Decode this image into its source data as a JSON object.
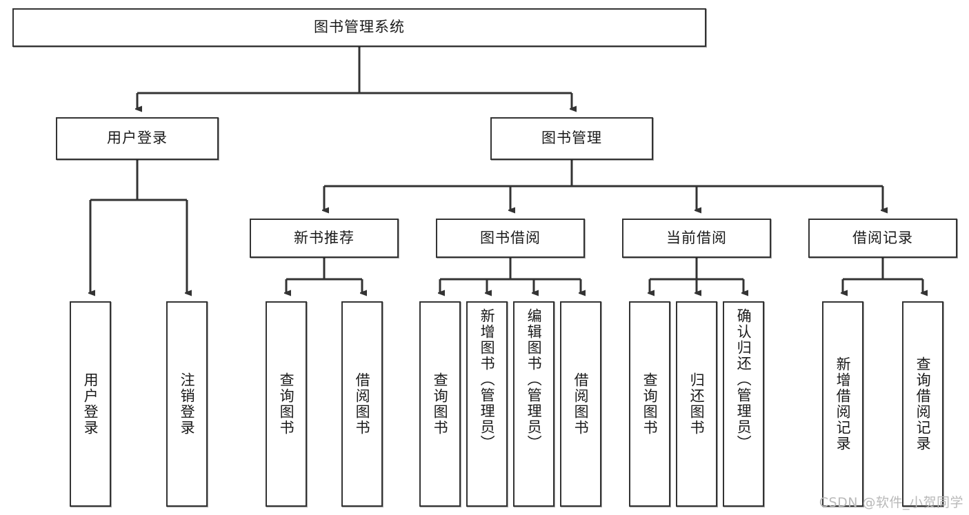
{
  "diagram": {
    "type": "tree-hierarchy",
    "title": "图书管理系统",
    "watermark": "CSDN @软件_小贺同学",
    "colors": {
      "box_border": "#333333",
      "box_fill": "#ffffff",
      "edge": "#333333",
      "watermark": "#b9b9b9"
    },
    "root": {
      "label": "图书管理系统"
    },
    "level2": [
      {
        "label": "用户登录"
      },
      {
        "label": "图书管理"
      }
    ],
    "level3": [
      {
        "label": "新书推荐"
      },
      {
        "label": "图书借阅"
      },
      {
        "label": "当前借阅"
      },
      {
        "label": "借阅记录"
      }
    ],
    "leaves": {
      "user_login": [
        {
          "label": "用户登录"
        },
        {
          "label": "注销登录"
        }
      ],
      "new_book_recommend": [
        {
          "label": "查询图书"
        },
        {
          "label": "借阅图书"
        }
      ],
      "book_borrow": [
        {
          "label": "查询图书"
        },
        {
          "label": "新增图书（管理员）"
        },
        {
          "label": "编辑图书（管理员）"
        },
        {
          "label": "借阅图书"
        }
      ],
      "current_borrow": [
        {
          "label": "查询图书"
        },
        {
          "label": "归还图书"
        },
        {
          "label": "确认归还（管理员）"
        }
      ],
      "borrow_records": [
        {
          "label": "新增借阅记录"
        },
        {
          "label": "查询借阅记录"
        }
      ]
    }
  }
}
